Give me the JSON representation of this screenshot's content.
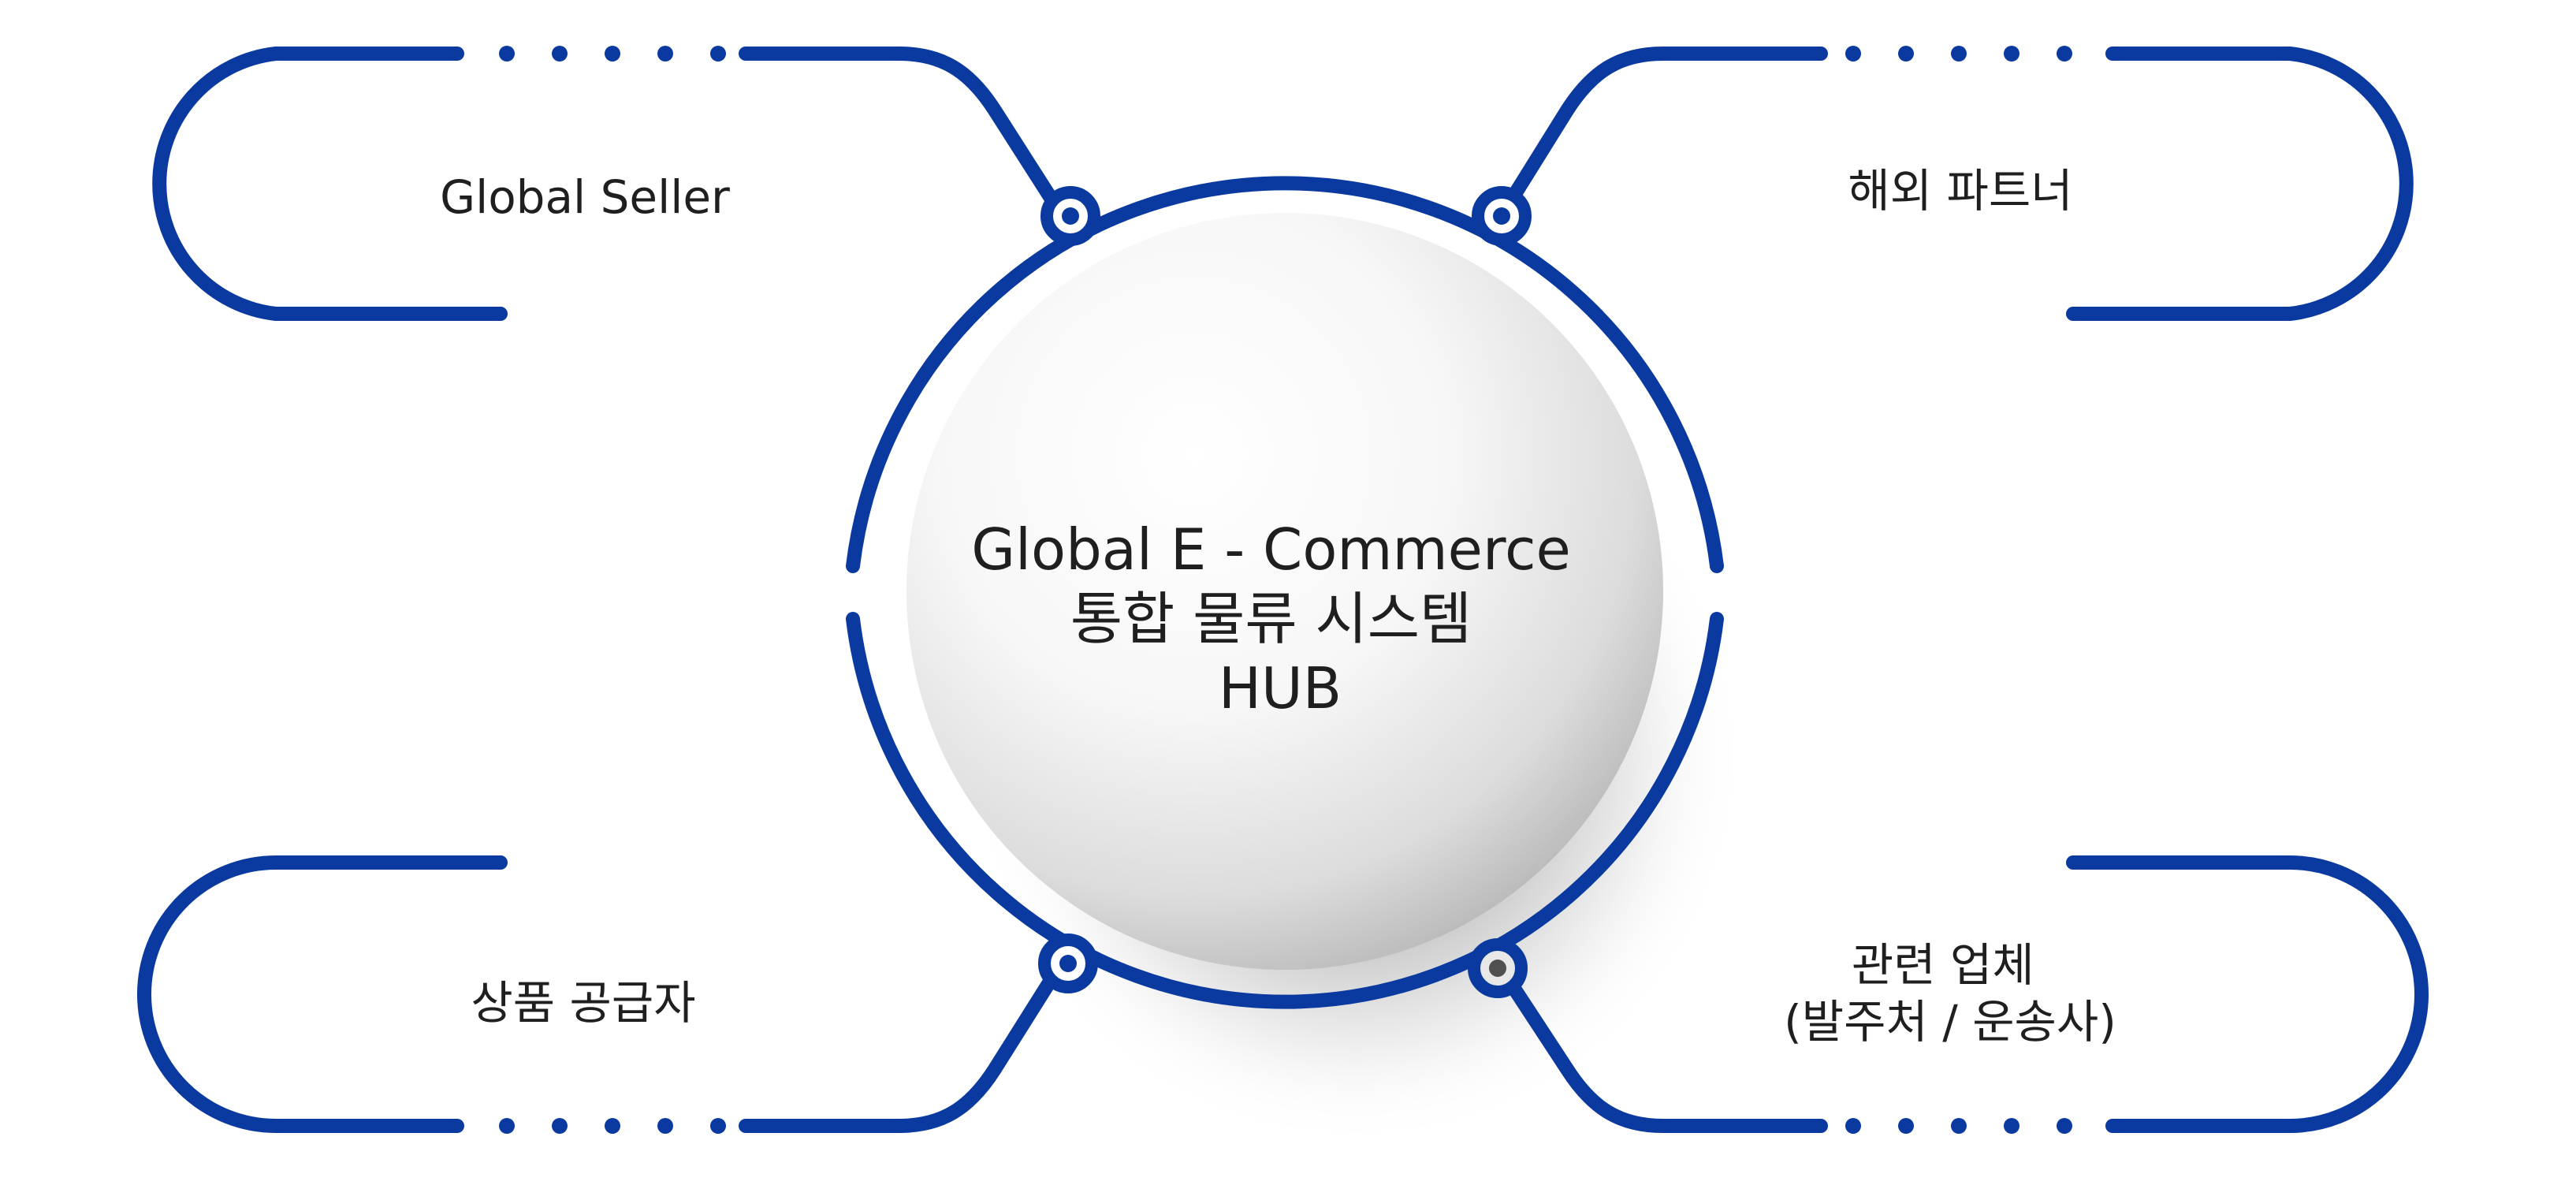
{
  "hub": {
    "lines": [
      "Global E - Commerce",
      "통합 물류 시스템",
      "HUB"
    ]
  },
  "nodes": {
    "top_left": {
      "lines": [
        "Global Seller"
      ]
    },
    "top_right": {
      "lines": [
        "해외 파트너"
      ]
    },
    "bottom_left": {
      "lines": [
        "상품 공급자"
      ]
    },
    "bottom_right": {
      "lines": [
        "관련 업체",
        "(발주처 / 운송사)"
      ]
    }
  },
  "colors": {
    "line": "#0a3aa0",
    "text": "#1f1f1f",
    "sphere_light": "#ffffff",
    "sphere_shade": "#b9b9b9"
  },
  "icons": {
    "connector": "ring-dot-icon"
  }
}
